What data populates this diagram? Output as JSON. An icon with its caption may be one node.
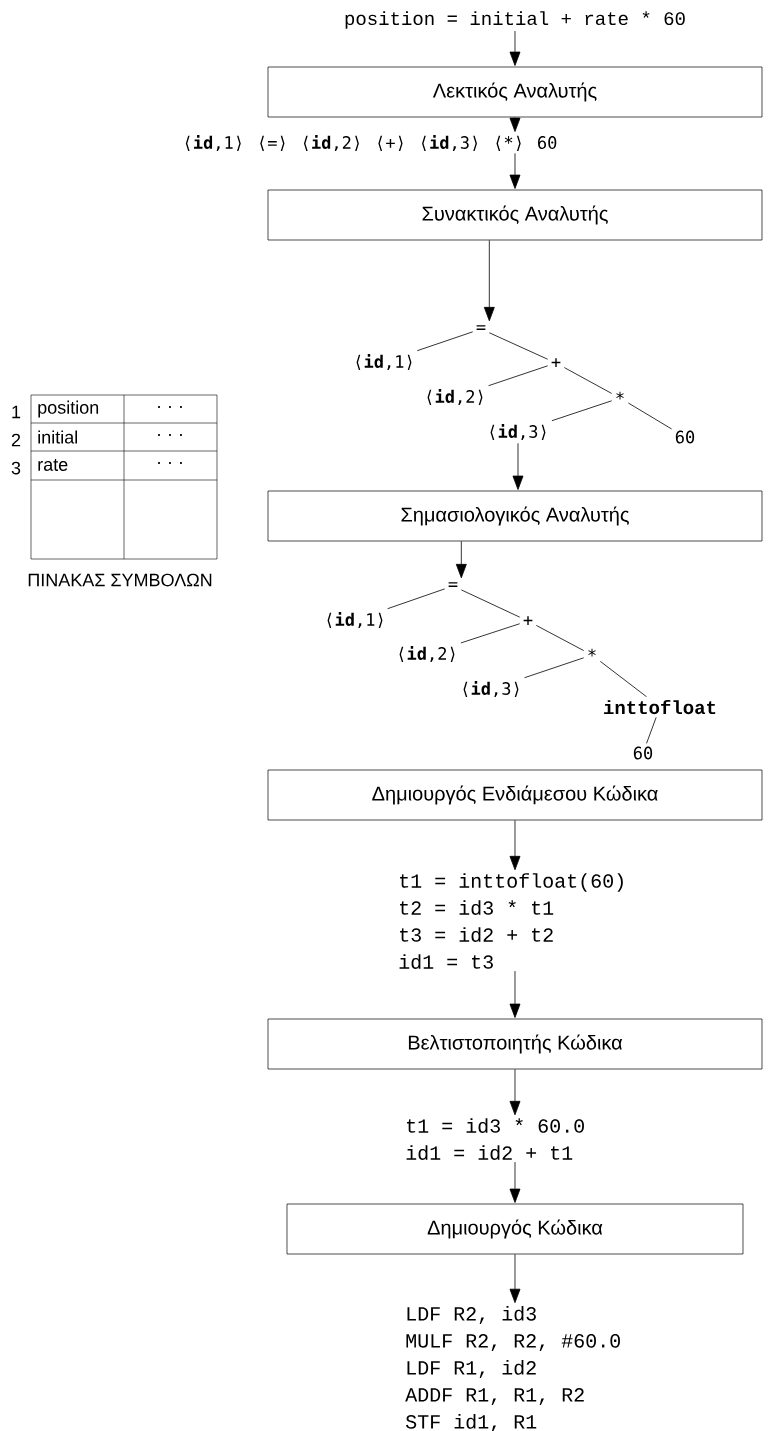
{
  "diagram": {
    "nodes": [
      {
        "text": [
          "position = initial + rate * 60"
        ]
      },
      {
        "text": [
          "Λεκτικός Αναλυτής"
        ]
      },
      {
        "text": [
          "⟨**id**,1⟩",
          "⟨=⟩",
          "⟨**id**,2⟩",
          "⟨+⟩",
          "⟨**id**,3⟩",
          "⟨*⟩",
          "60"
        ]
      },
      {
        "text": [
          "Συνακτικός Αναλυτής"
        ]
      },
      {
        "text": [
          "="
        ]
      },
      {
        "text": [
          "⟨**id**,1⟩"
        ]
      },
      {
        "text": [
          "+"
        ]
      },
      {
        "text": [
          "⟨**id**,2⟩"
        ]
      },
      {
        "text": [
          "*"
        ]
      },
      {
        "text": [
          "⟨**id**,3⟩"
        ]
      },
      {
        "text": [
          "60"
        ]
      },
      {
        "text": [
          "Σημασιολογικός Αναλυτής"
        ]
      },
      {
        "text": [
          "="
        ]
      },
      {
        "text": [
          "⟨**id**,1⟩"
        ]
      },
      {
        "text": [
          "+"
        ]
      },
      {
        "text": [
          "⟨**id**,2⟩"
        ]
      },
      {
        "text": [
          "*"
        ]
      },
      {
        "text": [
          "⟨**id**,3⟩"
        ]
      },
      {
        "text": [
          "inttofloat"
        ]
      },
      {
        "text": [
          "60"
        ]
      },
      {
        "text": [
          "Δημιουργός Ενδιάμεσου Κώδικα"
        ]
      },
      {
        "text": [
          "t1 = inttofloat(60)",
          "t2 = id3 * t1",
          "t3 = id2 + t2",
          "id1 = t3"
        ]
      },
      {
        "text": [
          "Βελτιστοποιητής Κώδικα"
        ]
      },
      {
        "text": [
          "t1 = id3 * 60.0",
          "id1 = id2 + t1"
        ]
      },
      {
        "text": [
          "Δημιουργός Κώδικα"
        ]
      },
      {
        "text": [
          "LDF R2, id3",
          "MULF R2, R2, #60.0",
          "LDF R1, id2",
          "ADDF R1, R1, R2",
          "STF id1, R1"
        ]
      }
    ],
    "edges": [
      {
        "from": 0,
        "to": 1,
        "arrow": "to"
      },
      {
        "from": 1,
        "to": 2,
        "arrow": "to"
      },
      {
        "from": 2,
        "to": 3,
        "arrow": "to"
      },
      {
        "from": 3,
        "to": 4,
        "arrow": "to"
      },
      {
        "from": 4,
        "to": 5,
        "arrow": "none"
      },
      {
        "from": 4,
        "to": 6,
        "arrow": "none"
      },
      {
        "from": 6,
        "to": 7,
        "arrow": "none"
      },
      {
        "from": 6,
        "to": 8,
        "arrow": "none"
      },
      {
        "from": 8,
        "to": 9,
        "arrow": "none"
      },
      {
        "from": 8,
        "to": 10,
        "arrow": "none"
      },
      {
        "from": 9,
        "to": 11,
        "arrow": "to"
      },
      {
        "from": 11,
        "to": 12,
        "arrow": "to"
      },
      {
        "from": 12,
        "to": 13,
        "arrow": "none"
      },
      {
        "from": 12,
        "to": 14,
        "arrow": "none"
      },
      {
        "from": 14,
        "to": 15,
        "arrow": "none"
      },
      {
        "from": 14,
        "to": 16,
        "arrow": "none"
      },
      {
        "from": 16,
        "to": 17,
        "arrow": "none"
      },
      {
        "from": 16,
        "to": 18,
        "arrow": "none"
      },
      {
        "from": 18,
        "to": 19,
        "arrow": "none"
      },
      {
        "from": 20,
        "to": 21,
        "arrow": "to"
      },
      {
        "from": 21,
        "to": 22,
        "arrow": "to"
      },
      {
        "from": 22,
        "to": 23,
        "arrow": "to"
      },
      {
        "from": 23,
        "to": 24,
        "arrow": "to"
      },
      {
        "from": 24,
        "to": 25,
        "arrow": "to"
      }
    ],
    "labels": [
      "1",
      "position",
      "· · ·",
      "2",
      "initial",
      "· · ·",
      "3",
      "rate",
      "· · ·",
      "ΠΙΝΑΚΑΣ ΣΥΜΒΟΛΩΝ"
    ]
  }
}
